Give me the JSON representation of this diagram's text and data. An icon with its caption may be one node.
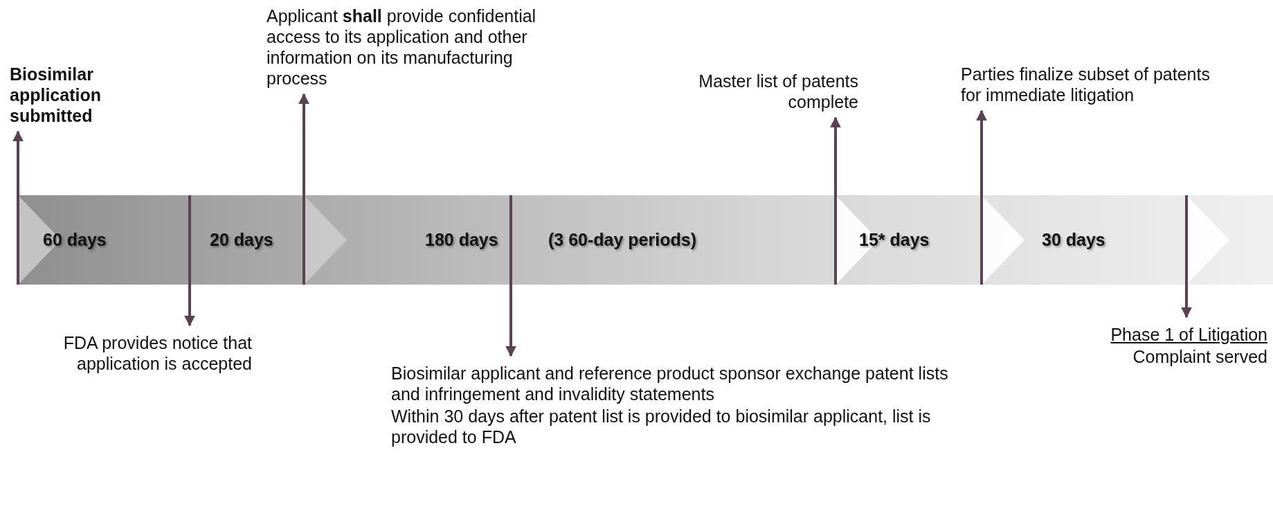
{
  "diagram": {
    "nodes": [
      {
        "text": [
          "Biosimilar application submitted"
        ]
      },
      {
        "text": [
          "Applicant **shall** provide confidential access to its application and other information on its manufacturing process"
        ]
      },
      {
        "text": [
          "Master list of patents complete"
        ]
      },
      {
        "text": [
          "Parties finalize subset of patents for immediate litigation"
        ]
      },
      {
        "text": [
          "FDA provides notice that application is accepted"
        ]
      },
      {
        "text": [
          "Biosimilar applicant and reference product sponsor exchange patent lists and infringement and invalidity statements",
          "Within 30 days after patent list is provided to biosimilar applicant, list is provided to FDA"
        ]
      },
      {
        "text": [
          "Phase 1 of Litigation",
          "Complaint served"
        ]
      }
    ],
    "edges": [
      {
        "from": null,
        "to": 0,
        "arrow": "to"
      },
      {
        "from": null,
        "to": 1,
        "arrow": "to"
      },
      {
        "from": null,
        "to": 2,
        "arrow": "to"
      },
      {
        "from": null,
        "to": 3,
        "arrow": "to"
      },
      {
        "from": null,
        "to": 4,
        "arrow": "to"
      },
      {
        "from": null,
        "to": 5,
        "arrow": "to"
      },
      {
        "from": null,
        "to": 6,
        "arrow": "to"
      }
    ],
    "labels": [
      "60 days",
      "20 days",
      "180 days",
      "(3 60-day periods)",
      "15* days",
      "30 days"
    ]
  }
}
